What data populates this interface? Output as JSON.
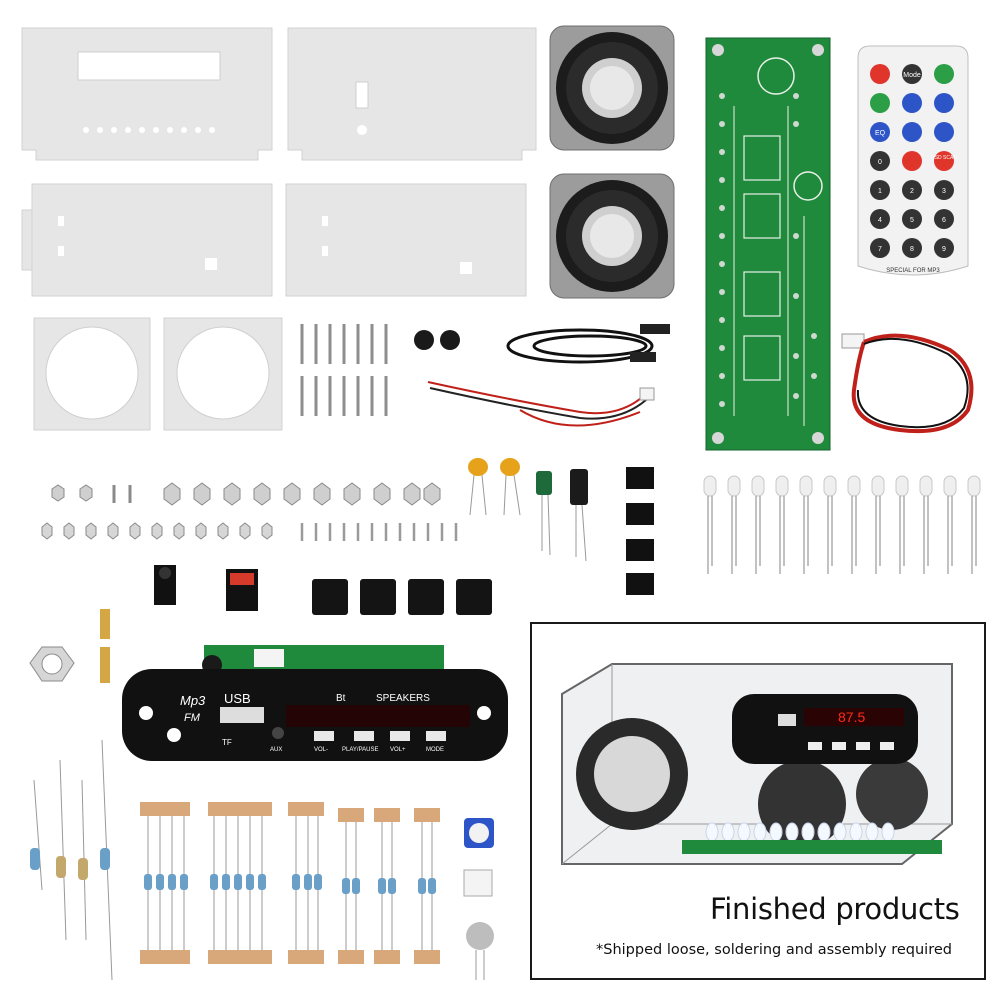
{
  "inset": {
    "title": "Finished products",
    "note": "*Shipped loose, soldering and assembly required"
  },
  "module": {
    "mp3_label": "Mp3",
    "fm_label": "FM",
    "usb_label": "USB",
    "tf_label": "TF",
    "aux_label": "AUX",
    "bt_label": "Bt",
    "speakers_label": "SPEAKERS",
    "btn_vol_minus": "VOL-",
    "btn_play_pause": "PLAY/PAUSE",
    "btn_vol_plus": "VOL+",
    "btn_mode": "MODE",
    "display_value": "87.5"
  },
  "remote": {
    "footer": "SPECIAL FOR MP3",
    "buttons": [
      "",
      "Mode",
      "",
      "",
      "",
      "",
      "EQ",
      "",
      "",
      "0",
      "",
      "USD SCAN",
      "1",
      "2",
      "3",
      "4",
      "5",
      "6",
      "7",
      "8",
      "9"
    ]
  },
  "colors": {
    "pcb_green": "#1f8a3c",
    "acrylic": "#e6e6e6",
    "module_black": "#111111",
    "remote_red": "#e0352b",
    "remote_blue": "#2d55c8",
    "remote_green": "#2b9e46",
    "display_red": "#ff2a1a"
  }
}
